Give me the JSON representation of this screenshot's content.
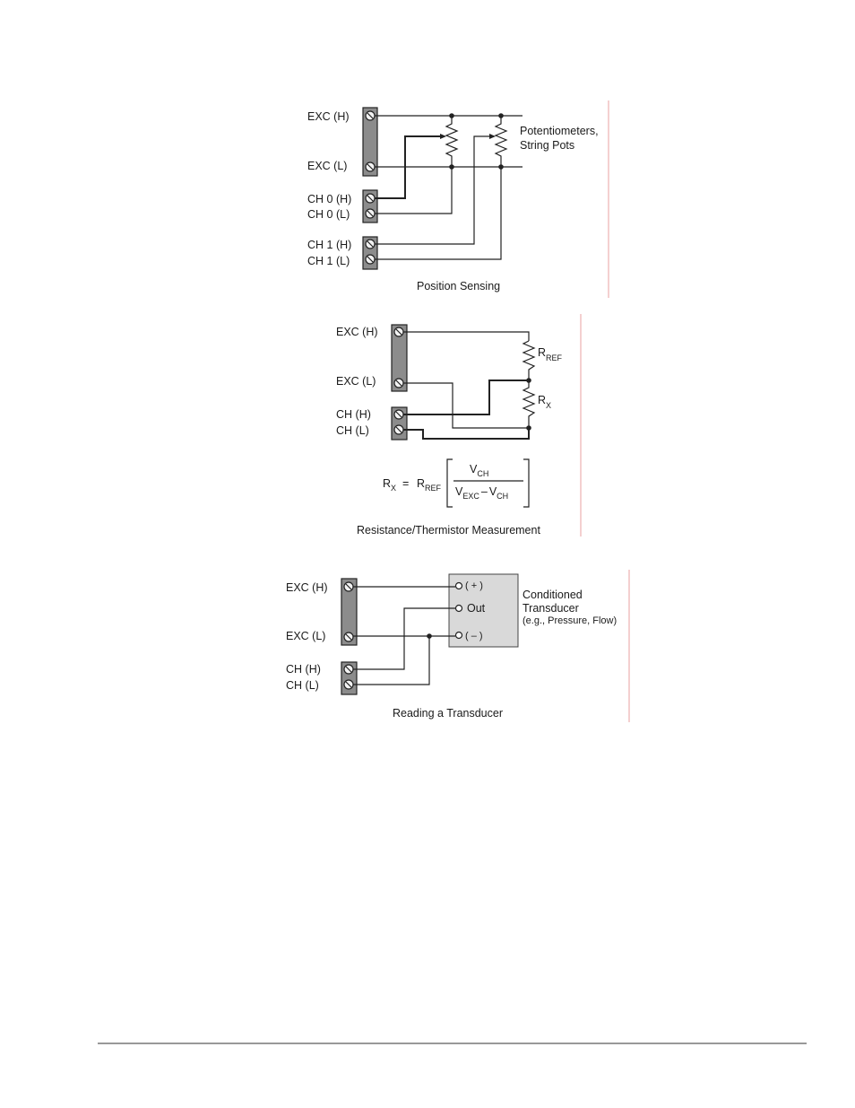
{
  "diagram1": {
    "caption": "Position Sensing",
    "exc_h": "EXC (H)",
    "exc_l": "EXC (L)",
    "ch0_h": "CH 0 (H)",
    "ch0_l": "CH 0 (L)",
    "ch1_h": "CH 1 (H)",
    "ch1_l": "CH 1 (L)",
    "note_line1": "Potentiometers,",
    "note_line2": "String Pots"
  },
  "diagram2": {
    "caption": "Resistance/Thermistor Measurement",
    "exc_h": "EXC (H)",
    "exc_l": "EXC (L)",
    "ch_h": "CH  (H)",
    "ch_l": "CH  (L)",
    "r_ref": "R",
    "r_ref_sub": "REF",
    "r_x": "R",
    "r_x_sub": "X",
    "formula": {
      "lhs": "R",
      "lhs_sub": "X",
      "eq": "=",
      "rref": "R",
      "rref_sub": "REF",
      "num": "V",
      "num_sub": "CH",
      "den_v1": "V",
      "den_v1_sub": "EXC",
      "den_minus": "–",
      "den_v2": "V",
      "den_v2_sub": "CH"
    }
  },
  "diagram3": {
    "caption": "Reading a Transducer",
    "exc_h": "EXC (H)",
    "exc_l": "EXC (L)",
    "ch_h": "CH  (H)",
    "ch_l": "CH  (L)",
    "pin_plus": "( + )",
    "pin_out": "Out",
    "pin_minus": "( – )",
    "title_line1": "Conditioned",
    "title_line2": "Transducer",
    "title_line3": "(e.g., Pressure, Flow)"
  }
}
